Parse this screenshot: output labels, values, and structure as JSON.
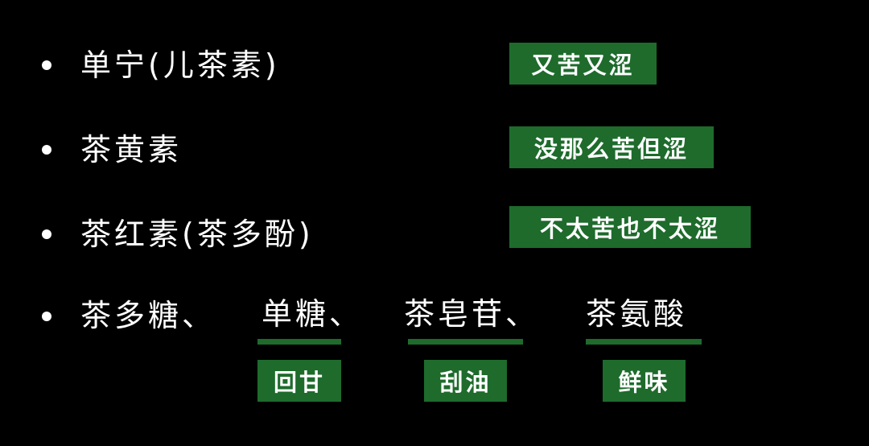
{
  "colors": {
    "background": "#000000",
    "text": "#ffffff",
    "tag_green": "#1e6b2c"
  },
  "rows": [
    {
      "text": "单宁(儿茶素)",
      "tag": "又苦又涩"
    },
    {
      "text": "茶黄素",
      "tag": "没那么苦但涩"
    },
    {
      "text": "茶红素(茶多酚)",
      "tag": "不太苦也不太涩"
    },
    {
      "text": "茶多糖、"
    }
  ],
  "sub_items": [
    {
      "word": "单糖、",
      "tag": "回甘"
    },
    {
      "word": "茶皂苷、",
      "tag": "刮油"
    },
    {
      "word": "茶氨酸",
      "tag": "鲜味"
    }
  ]
}
